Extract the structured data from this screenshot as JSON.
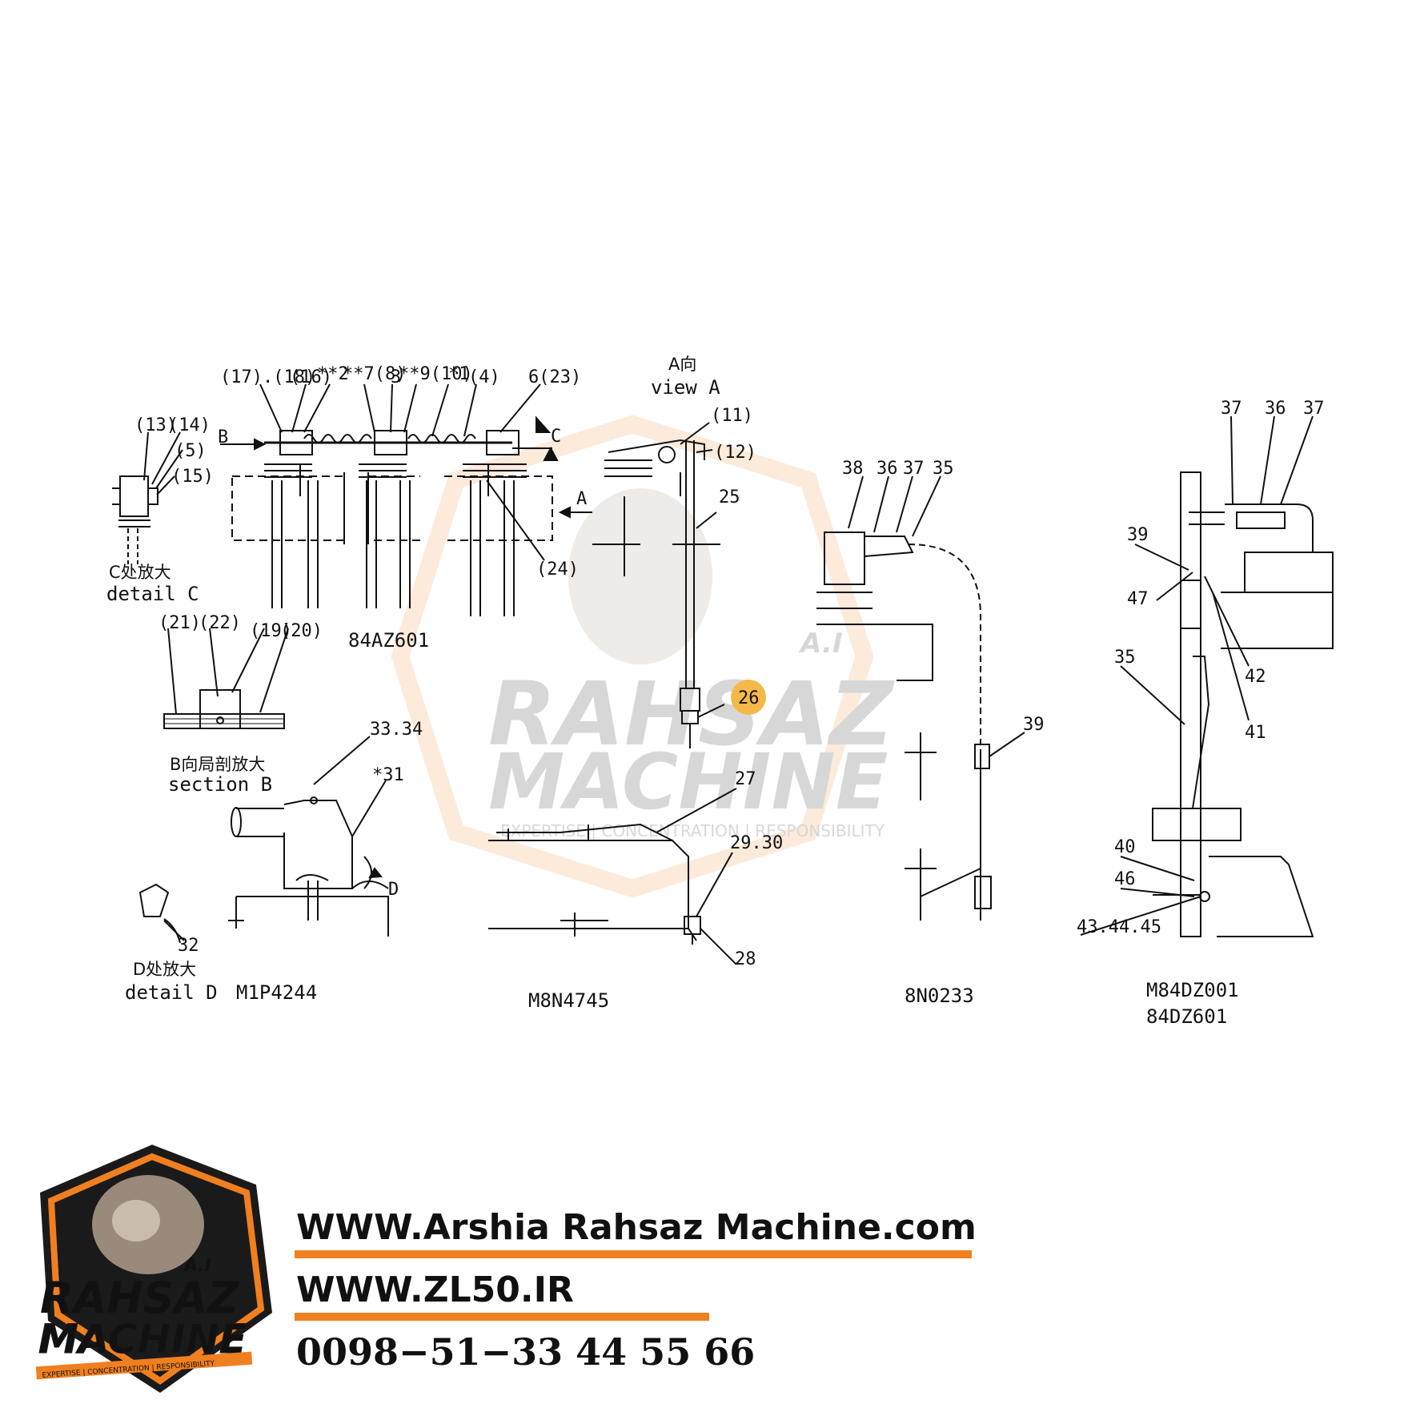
{
  "callouts": {
    "c17_18": "(17).(18)",
    "c16": "(16)",
    "c2": "**2",
    "c7_8": "**7(8)",
    "c3": "3",
    "c9_10": "**9(10)",
    "c1": "*1",
    "c4": "(4)",
    "c6_23": "6(23)",
    "c13": "(13)",
    "c14": "(14)",
    "c5": "(5)",
    "c15": "(15)",
    "c24": "(24)",
    "cB": "B",
    "cC": "C",
    "cA": "A",
    "c11": "(11)",
    "c12": "(12)",
    "c25": "25",
    "c26": "26",
    "c21": "(21)",
    "c22": "(22)",
    "c19": "(19)",
    "c20": "(20)",
    "c33_34": "33.34",
    "c31": "*31",
    "cD": "D",
    "c32": "32",
    "c27": "27",
    "c29_30": "29.30",
    "c28": "28",
    "c38": "38",
    "c36a": "36",
    "c37a": "37",
    "c35a": "35",
    "c39a": "39",
    "c37b": "37",
    "c36b": "36",
    "c37c": "37",
    "c39b": "39",
    "c47": "47",
    "c42": "42",
    "c35b": "35",
    "c41": "41",
    "c40": "40",
    "c46": "46",
    "c43": "43.44.45"
  },
  "views": {
    "viewA_cn": "A向",
    "viewA_en": "view  A",
    "detailC_cn": "C处放大",
    "detailC_en": "detail  C",
    "sectionB_cn": "B向局剖放大",
    "sectionB_en": "section  B",
    "detailD_cn": "D处放大",
    "detailD_en": "detail  D"
  },
  "part_numbers": {
    "p1": "84AZ601",
    "p2": "M1P4244",
    "p3": "M8N4745",
    "p4": "8N0233",
    "p5a": "M84DZ001",
    "p5b": "84DZ601"
  },
  "watermark": {
    "line1": "RAHSAZ",
    "line2": "MACHINE",
    "tagline": "EXPERTISE | CONCENTRATION | RESPONSIBILITY",
    "mark": "A.I"
  },
  "logo": {
    "line1": "RAHSAZ",
    "line2": "MACHINE",
    "tagline": "EXPERTISE | CONCENTRATION | RESPONSIBILITY",
    "mark": "A.I"
  },
  "footer": {
    "website1": "WWW.Arshia Rahsaz Machine.com",
    "website2": "WWW.ZL50.IR",
    "phone": "0098−51−33 44 55 66"
  },
  "colors": {
    "accent": "#f07f1f",
    "ink": "#111111",
    "highlight": "#f5b94a",
    "logo_bg": "#1a1a1a"
  }
}
